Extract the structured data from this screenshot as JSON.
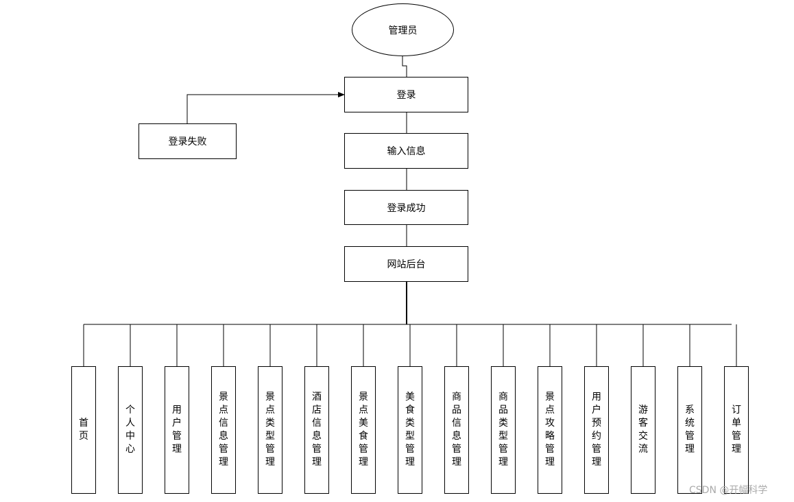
{
  "diagram": {
    "root": "管理员",
    "login": "登录",
    "login_failed": "登录失败",
    "input_info": "输入信息",
    "login_success": "登录成功",
    "backend": "网站后台",
    "modules": [
      "首页",
      "个人中心",
      "用户管理",
      "景点信息管理",
      "景点类型管理",
      "酒店信息管理",
      "景点美食管理",
      "美食类型管理",
      "商品信息管理",
      "商品类型管理",
      "景点攻略管理",
      "用户预约管理",
      "游客交流",
      "系统管理",
      "订单管理"
    ]
  },
  "watermark": "CSDN @开幅科学"
}
